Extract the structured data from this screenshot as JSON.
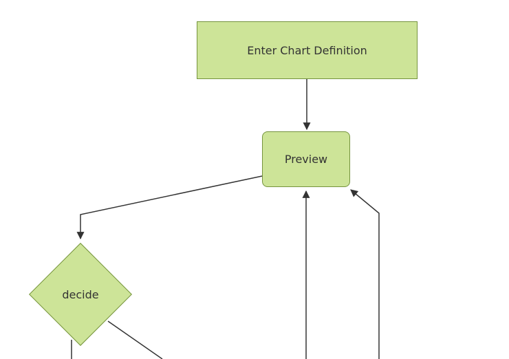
{
  "diagram": {
    "type": "flowchart",
    "background": "#ffffff",
    "colors": {
      "node_fill": "#cde498",
      "node_border": "#74933c",
      "edge_stroke": "#333333",
      "text": "#333333"
    },
    "nodes": [
      {
        "id": "enter-chart-definition",
        "shape": "rectangle",
        "label": "Enter Chart Definition"
      },
      {
        "id": "preview",
        "shape": "rounded-rectangle",
        "label": "Preview"
      },
      {
        "id": "decide",
        "shape": "diamond",
        "label": "decide"
      }
    ],
    "edges": [
      {
        "id": "enter-to-preview",
        "from": "enter-chart-definition",
        "to": "preview",
        "arrow": true
      },
      {
        "id": "preview-to-decide",
        "from": "preview",
        "to": "decide",
        "arrow": true
      },
      {
        "id": "offscreen-bottom-to-preview-1",
        "from": "offscreen-bottom",
        "to": "preview",
        "arrow": true
      },
      {
        "id": "offscreen-bottom-to-preview-2",
        "from": "offscreen-bottom",
        "to": "preview",
        "arrow": true
      },
      {
        "id": "decide-to-offscreen-1",
        "from": "decide",
        "to": "offscreen-bottom",
        "arrow": false
      },
      {
        "id": "decide-to-offscreen-2",
        "from": "decide",
        "to": "offscreen-bottom",
        "arrow": false
      }
    ]
  }
}
